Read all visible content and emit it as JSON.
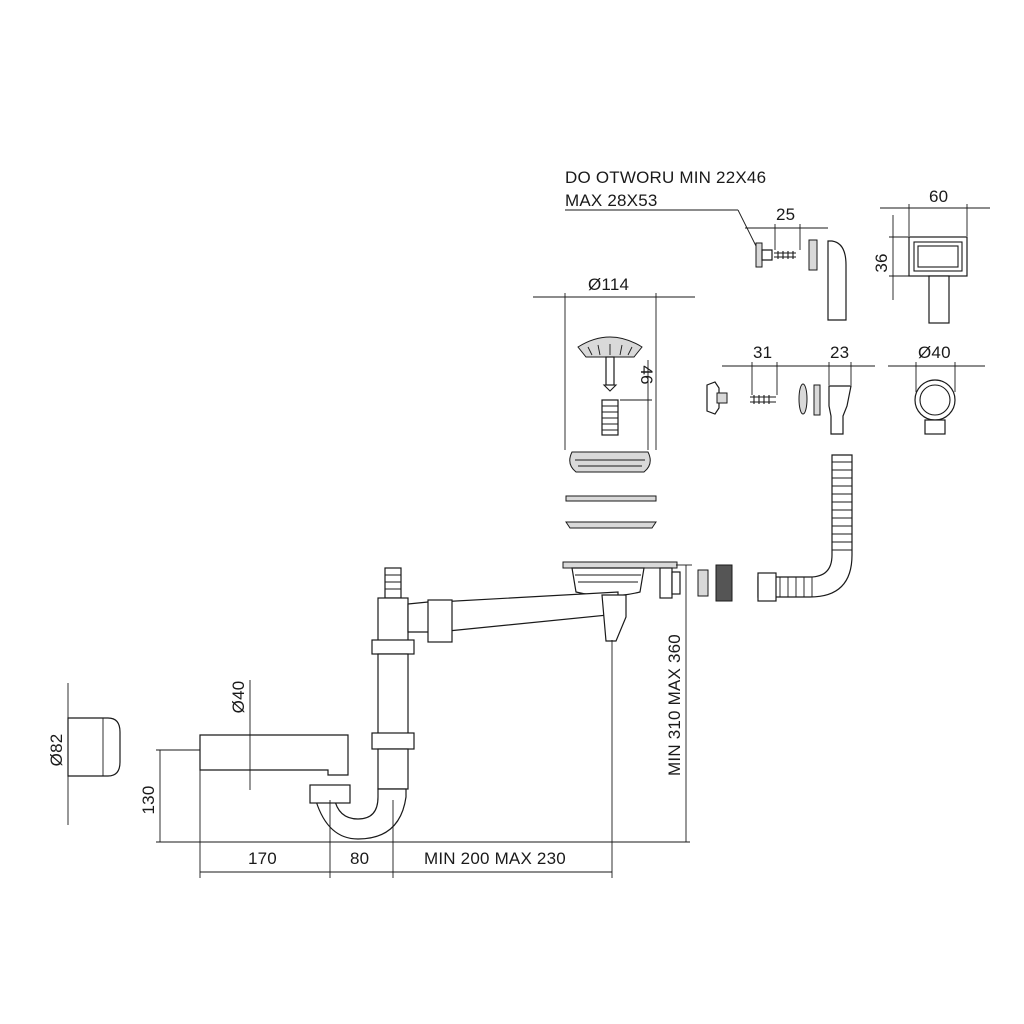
{
  "labels": {
    "hole_note_line1": "DO OTWORU MIN 22X46",
    "hole_note_line2": "MAX 28X53",
    "dim_25": "25",
    "dim_60": "60",
    "dim_36": "36",
    "dim_d114": "Ø114",
    "dim_46": "46",
    "dim_31": "31",
    "dim_23": "23",
    "dim_d40_top": "Ø40",
    "dim_d40_side": "Ø40",
    "dim_d82": "Ø82",
    "dim_130": "130",
    "dim_170": "170",
    "dim_80": "80",
    "dim_min200max230": "MIN 200 MAX 230",
    "dim_min310max360": "MIN 310 MAX 360"
  },
  "colors": {
    "ink": "#1a1a1a",
    "part_fill": "#ffffff",
    "shade": "#d9d9d9"
  }
}
